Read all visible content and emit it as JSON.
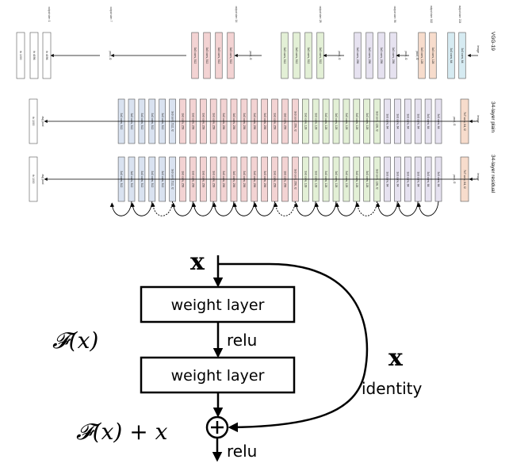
{
  "top": {
    "rows": [
      {
        "label": "VGG-19"
      },
      {
        "label": "34-layer plain"
      },
      {
        "label": "34-layer residual"
      }
    ],
    "vgg": {
      "input": "image",
      "outputs": [
        "output size: 224",
        "output size: 112",
        "output size: 56",
        "output size: 28",
        "output size: 14",
        "output size: 7",
        "output size: 1"
      ],
      "groups": [
        {
          "color": "#d6ebf2",
          "layers": [
            "3x3 conv, 64",
            "3x3 conv, 64"
          ],
          "pool": "pool, /2"
        },
        {
          "color": "#f7dccc",
          "layers": [
            "3x3 conv, 128",
            "3x3 conv, 128"
          ],
          "pool": "pool, /2"
        },
        {
          "color": "#e6e2f0",
          "layers": [
            "3x3 conv, 256",
            "3x3 conv, 256",
            "3x3 conv, 256",
            "3x3 conv, 256"
          ],
          "pool": "pool, /2"
        },
        {
          "color": "#e3f0d6",
          "layers": [
            "3x3 conv, 512",
            "3x3 conv, 512",
            "3x3 conv, 512",
            "3x3 conv, 512"
          ],
          "pool": "pool, /2"
        },
        {
          "color": "#f3d3d3",
          "layers": [
            "3x3 conv, 512",
            "3x3 conv, 512",
            "3x3 conv, 512",
            "3x3 conv, 512"
          ],
          "pool": "pool, /2"
        }
      ],
      "fc": [
        "fc 4096",
        "fc 4096",
        "fc 1000"
      ]
    },
    "plain": {
      "input": "image",
      "first": "7x7 conv, 64, /2",
      "pool": "pool, /2",
      "groups": [
        {
          "color": "#e6e2f0",
          "layers": [
            "3x3 conv, 64",
            "3x3 conv, 64",
            "3x3 conv, 64",
            "3x3 conv, 64",
            "3x3 conv, 64",
            "3x3 conv, 64"
          ]
        },
        {
          "color": "#e3f0d6",
          "layers": [
            "3x3 conv, 128, /2",
            "3x3 conv, 128",
            "3x3 conv, 128",
            "3x3 conv, 128",
            "3x3 conv, 128",
            "3x3 conv, 128",
            "3x3 conv, 128",
            "3x3 conv, 128"
          ]
        },
        {
          "color": "#f3d3d3",
          "layers": [
            "3x3 conv, 256, /2",
            "3x3 conv, 256",
            "3x3 conv, 256",
            "3x3 conv, 256",
            "3x3 conv, 256",
            "3x3 conv, 256",
            "3x3 conv, 256",
            "3x3 conv, 256",
            "3x3 conv, 256",
            "3x3 conv, 256",
            "3x3 conv, 256",
            "3x3 conv, 256"
          ]
        },
        {
          "color": "#d9e2f0",
          "layers": [
            "3x3 conv, 512, /2",
            "3x3 conv, 512",
            "3x3 conv, 512",
            "3x3 conv, 512",
            "3x3 conv, 512",
            "3x3 conv, 512"
          ]
        }
      ],
      "avg": "avg pool",
      "fc": "fc 1000"
    },
    "residual": {
      "input": "image",
      "first": "7x7 conv, 64, /2",
      "pool": "pool, /2",
      "avg": "avg pool",
      "fc": "fc 1000"
    }
  },
  "block": {
    "x_top": "x",
    "layer1": "weight layer",
    "relu_mid": "relu",
    "layer2": "weight layer",
    "fx_left": "𝓕(x)",
    "identity_x": "x",
    "identity": "identity",
    "sum_label": "𝓕(x) + x",
    "relu_bottom": "relu"
  }
}
